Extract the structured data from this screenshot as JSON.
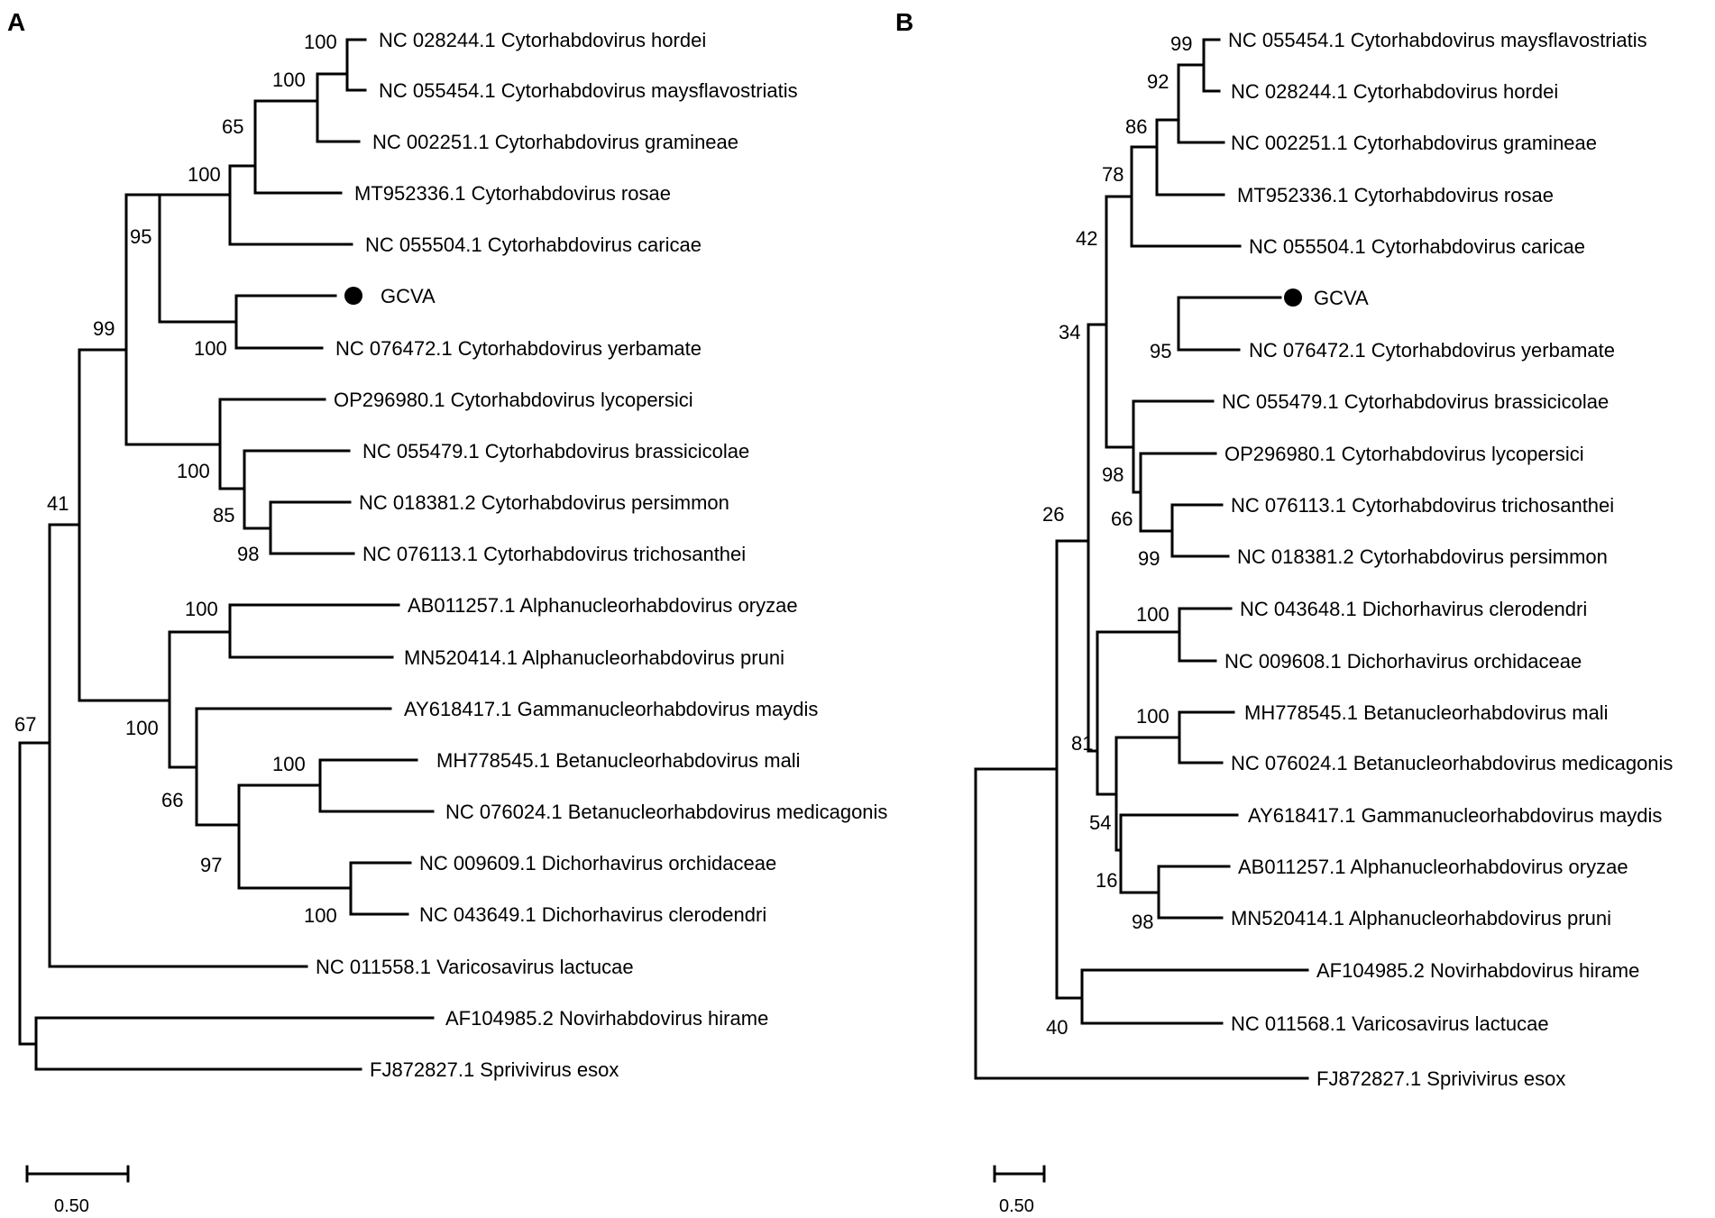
{
  "panels": [
    {
      "label": "A",
      "scale_label": "0.50",
      "leaves": [
        "NC 028244.1 Cytorhabdovirus hordei",
        "NC 055454.1 Cytorhabdovirus maysflavostriatis",
        "NC 002251.1 Cytorhabdovirus gramineae",
        "MT952336.1 Cytorhabdovirus rosae",
        "NC 055504.1 Cytorhabdovirus caricae",
        "GCVA",
        "NC 076472.1 Cytorhabdovirus yerbamate",
        "OP296980.1 Cytorhabdovirus lycopersici",
        "NC 055479.1 Cytorhabdovirus brassicicolae",
        "NC 018381.2 Cytorhabdovirus persimmon",
        "NC 076113.1 Cytorhabdovirus trichosanthei",
        "AB011257.1 Alphanucleorhabdovirus oryzae",
        "MN520414.1 Alphanucleorhabdovirus pruni",
        "AY618417.1 Gammanucleorhabdovirus maydis",
        "MH778545.1 Betanucleorhabdovirus mali",
        "NC 076024.1 Betanucleorhabdovirus medicagonis",
        "NC 009609.1 Dichorhavirus orchidaceae",
        "NC 043649.1 Dichorhavirus clerodendri",
        "NC 011558.1 Varicosavirus lactucae",
        "AF104985.2 Novirhabdovirus hirame",
        "FJ872827.1 Sprivivirus esox"
      ],
      "bootstrap": [
        "100",
        "100",
        "65",
        "100",
        "95",
        "100",
        "99",
        "100",
        "85",
        "98",
        "41",
        "100",
        "100",
        "66",
        "100",
        "97",
        "100",
        "67"
      ]
    },
    {
      "label": "B",
      "scale_label": "0.50",
      "leaves": [
        "NC 055454.1 Cytorhabdovirus maysflavostriatis",
        "NC 028244.1 Cytorhabdovirus hordei",
        "NC 002251.1 Cytorhabdovirus gramineae",
        "MT952336.1 Cytorhabdovirus rosae",
        "NC 055504.1 Cytorhabdovirus caricae",
        "GCVA",
        "NC 076472.1 Cytorhabdovirus yerbamate",
        "NC 055479.1 Cytorhabdovirus brassicicolae",
        "OP296980.1 Cytorhabdovirus lycopersici",
        "NC 076113.1 Cytorhabdovirus trichosanthei",
        "NC 018381.2 Cytorhabdovirus persimmon",
        "NC 043648.1 Dichorhavirus clerodendri",
        "NC 009608.1 Dichorhavirus orchidaceae",
        "MH778545.1 Betanucleorhabdovirus mali",
        "NC 076024.1 Betanucleorhabdovirus medicagonis",
        "AY618417.1 Gammanucleorhabdovirus maydis",
        "AB011257.1 Alphanucleorhabdovirus oryzae",
        "MN520414.1 Alphanucleorhabdovirus pruni",
        "AF104985.2 Novirhabdovirus hirame",
        "NC 011568.1 Varicosavirus lactucae",
        "FJ872827.1 Sprivivirus esox"
      ],
      "bootstrap": [
        "99",
        "92",
        "86",
        "78",
        "42",
        "95",
        "34",
        "98",
        "66",
        "99",
        "26",
        "100",
        "100",
        "81",
        "54",
        "16",
        "98",
        "40"
      ]
    }
  ]
}
